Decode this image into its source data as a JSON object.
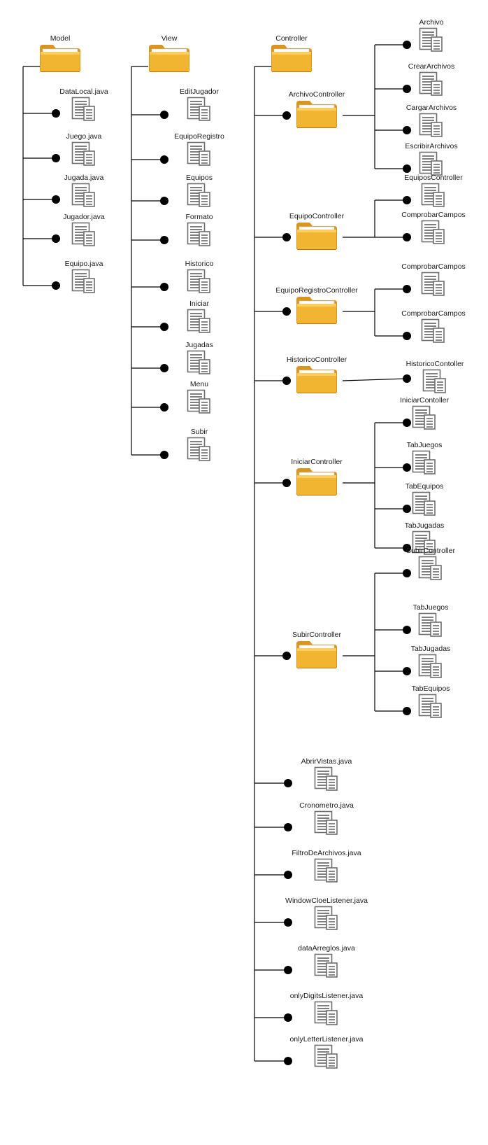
{
  "colors": {
    "line": "#000000",
    "folder_back": "#D8961E",
    "folder_front": "#F2B531",
    "folder_front_top": "#FFD36B",
    "doc_border": "#6e6e6e",
    "doc_line": "#555555"
  },
  "folders": {
    "model": {
      "label": "Model",
      "icon": "folder-icon"
    },
    "view": {
      "label": "View",
      "icon": "folder-icon"
    },
    "controller": {
      "label": "Controller",
      "icon": "folder-icon"
    }
  },
  "model_files": [
    "DataLocal.java",
    "Juego.java",
    "Jugada.java",
    "Jugador.java",
    "Equipo.java"
  ],
  "view_files": [
    "EditJugador",
    "EquipoRegistro",
    "Equipos",
    "Formato",
    "Historico",
    "Iniciar",
    "Jugadas",
    "Menu",
    "Subir"
  ],
  "controller_subfolders": [
    {
      "label": "ArchivoController",
      "children": [
        "Archivo",
        "CrearArchivos",
        "CargarArchivos",
        "EscribirArchivos"
      ]
    },
    {
      "label": "EquipoController",
      "children": [
        "EquiposController",
        "ComprobarCampos"
      ]
    },
    {
      "label": "EquipoRegistroController",
      "children": [
        "ComprobarCampos",
        "ComprobarCampos"
      ]
    },
    {
      "label": "HistoricoController",
      "children": [
        "HistoricoContoller"
      ]
    },
    {
      "label": "IniciarController",
      "children": [
        "IniciarContoller",
        "TabJuegos",
        "TabEquipos",
        "TabJugadas"
      ]
    },
    {
      "label": "SubirController",
      "children": [
        "SubirController",
        "TabJuegos",
        "TabJugadas",
        "TabEquipos"
      ]
    }
  ],
  "controller_files": [
    "AbrirVistas.java",
    "Cronometro.java",
    "FiltroDeArchivos.java",
    "WindowCloeListener.java",
    "dataArreglos.java",
    "onlyDigitsListener.java",
    "onlyLetterListener.java"
  ]
}
